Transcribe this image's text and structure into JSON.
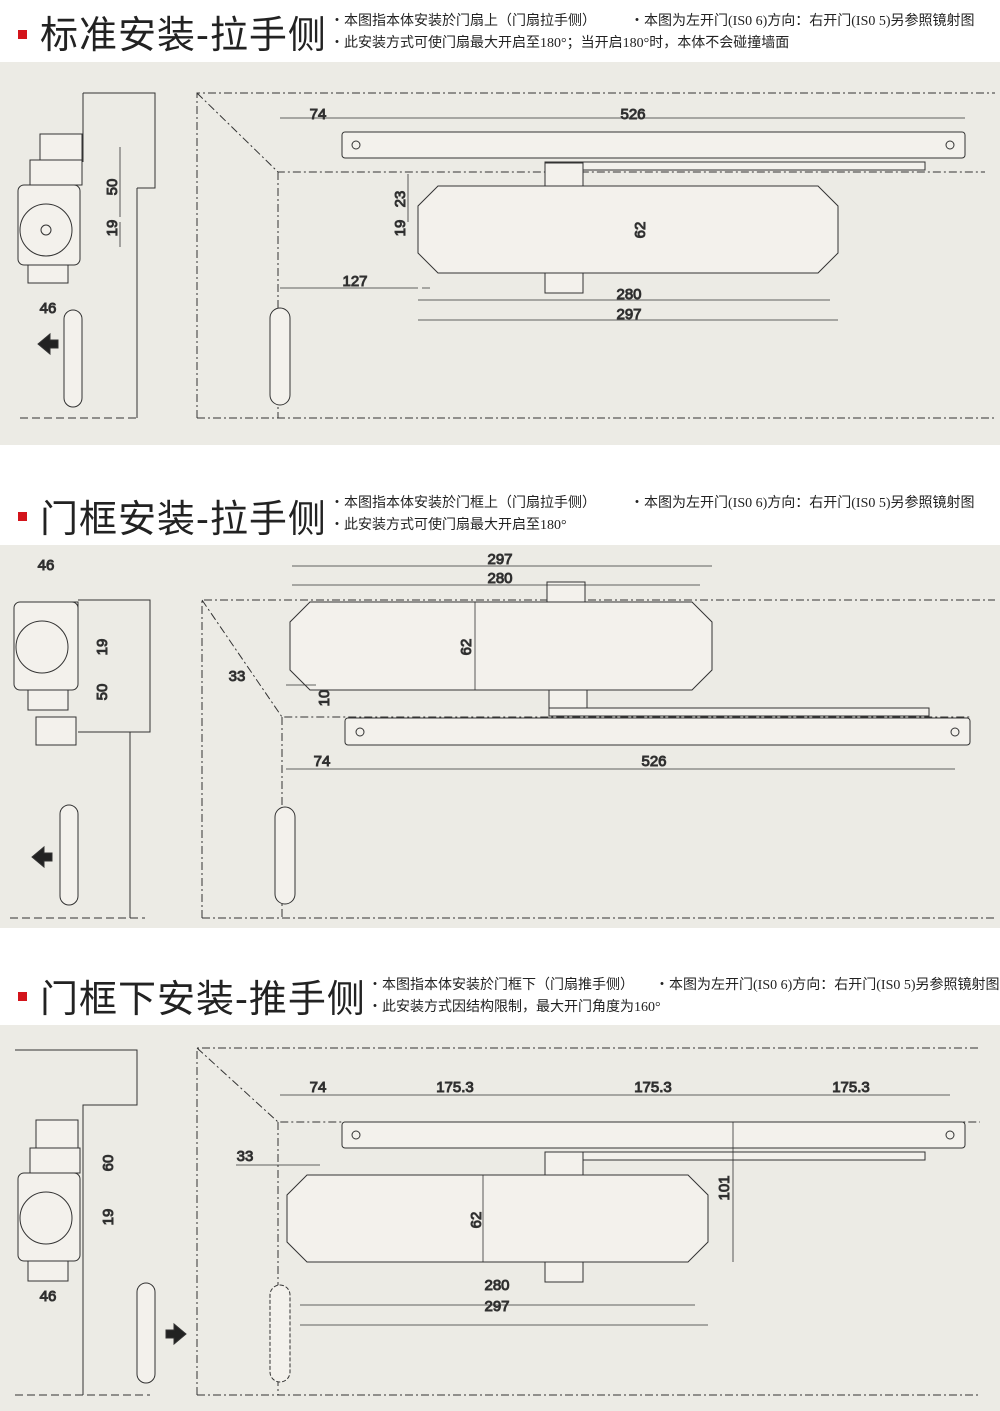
{
  "sections": [
    {
      "title": "标准安装-拉手侧",
      "note1": "・本图指本体安装於门扇上（门扇拉手侧）",
      "note2": "・本图为左开门(IS0 6)方向：右开门(IS0 5)另参照镜射图",
      "note3": "・此安装方式可使门扇最大开启至180°；当开启180°时，本体不会碰撞墙面",
      "dims": {
        "a": "74",
        "b": "526",
        "c": "50",
        "d": "23",
        "e": "19",
        "f": "19",
        "g": "62",
        "h": "127",
        "i": "280",
        "j": "297",
        "k": "46"
      }
    },
    {
      "title": "门框安装-拉手侧",
      "note1": "・本图指本体安装於门框上（门扇拉手侧）",
      "note2": "・本图为左开门(IS0 6)方向：右开门(IS0 5)另参照镜射图",
      "note3": "・此安装方式可使门扇最大开启至180°",
      "dims": {
        "a": "297",
        "b": "280",
        "c": "62",
        "d": "33",
        "e": "10",
        "f": "74",
        "g": "526",
        "h": "46",
        "i": "19",
        "j": "50"
      }
    },
    {
      "title": "门框下安装-推手侧",
      "note1": "・本图指本体安装於门框下（门扇推手侧）",
      "note2": "・本图为左开门(IS0 6)方向：右开门(IS0 5)另参照镜射图",
      "note3": "・此安装方式因结构限制，最大开门角度为160°",
      "dims": {
        "a": "74",
        "b": "175.3",
        "c": "175.3",
        "d": "175.3",
        "e": "33",
        "f": "62",
        "g": "101",
        "h": "280",
        "i": "297",
        "j": "60",
        "k": "19",
        "l": "46"
      }
    }
  ],
  "colors": {
    "accent": "#d3141b",
    "panel": "#ecebe5",
    "body": "#f3f1ec"
  }
}
